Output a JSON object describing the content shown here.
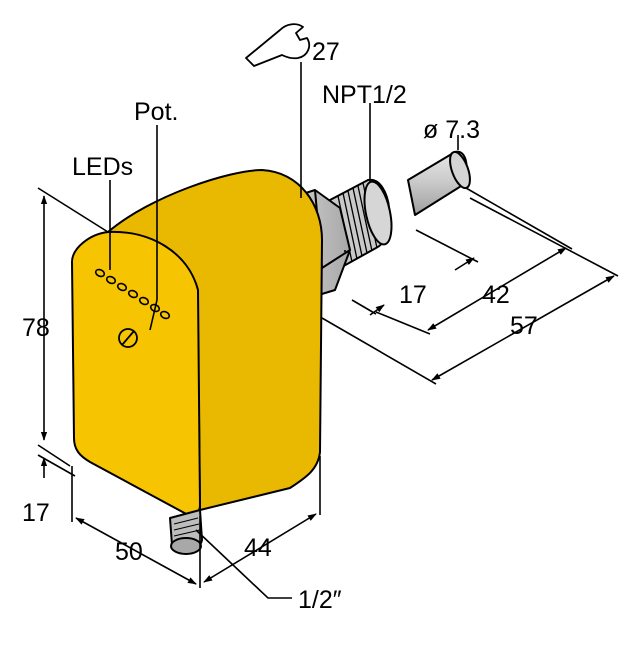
{
  "diagram": {
    "labels": {
      "wrench_size": "27",
      "thread": "NPT1/2",
      "probe_diameter": "ø 7.3",
      "pot": "Pot.",
      "leds": "LEDs",
      "height": "78",
      "depth_17_top": "17",
      "length_42": "42",
      "length_57": "57",
      "offset_17_bottom": "17",
      "width_50": "50",
      "depth_44": "44",
      "connector_thread": "1/2″"
    },
    "colors": {
      "housing_yellow": "#F6C400",
      "housing_shade": "#E2B100",
      "metal_light": "#D9D9D9",
      "metal_mid": "#BDBDBD",
      "metal_dark": "#9A9A9A",
      "outline": "#000000"
    },
    "icons": {
      "wrench": "wrench-icon",
      "potentiometer": "potentiometer-slot-icon",
      "led": "led-ring-icon"
    }
  }
}
